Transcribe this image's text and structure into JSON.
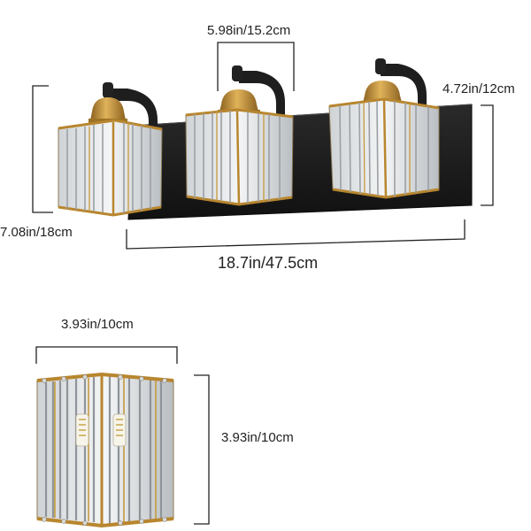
{
  "dimensions": {
    "single_width": "5.98in/15.2cm",
    "depth": "4.72in/12cm",
    "height": "7.08in/18cm",
    "total_length": "18.7in/47.5cm",
    "shade_width": "3.93in/10cm",
    "shade_height": "3.93in/10cm"
  },
  "colors": {
    "backplate": "#1c1c1c",
    "arm": "#1e1e1e",
    "brass": "#b8862e",
    "crystal": "#e6e8ea",
    "dimension_line": "#222222"
  }
}
